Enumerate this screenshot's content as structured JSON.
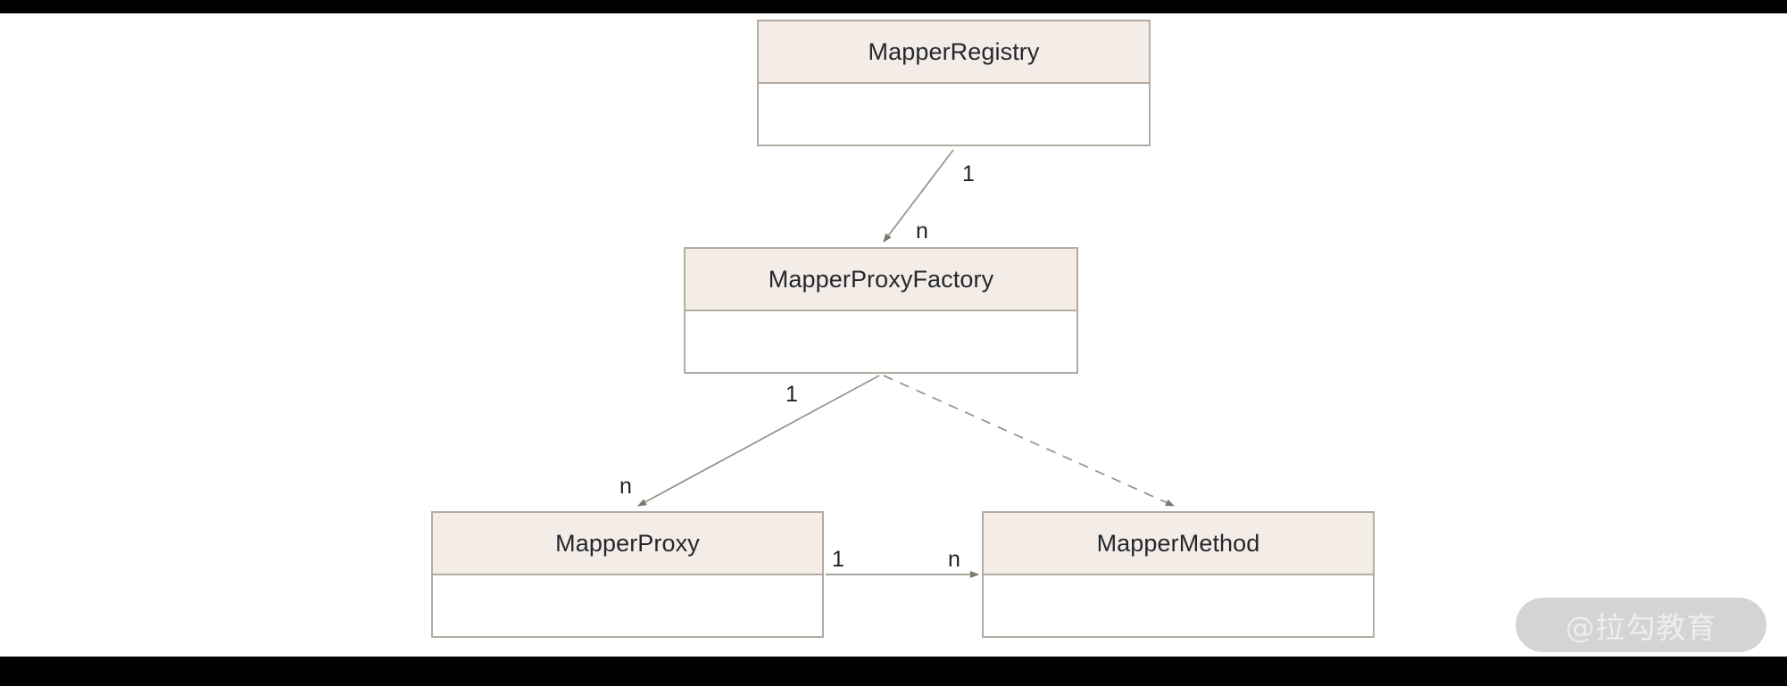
{
  "diagram": {
    "type": "uml-class-diagram",
    "canvas": {
      "background_color": "#ffffff",
      "letterbox_color": "#000000"
    },
    "style": {
      "class_header_fill": "#f4ece6",
      "class_body_fill": "#ffffff",
      "class_border_color": "#b3aca3",
      "connector_color": "#9c958c",
      "text_color": "#23272e"
    },
    "classes": [
      {
        "id": "mapper-registry",
        "name": "MapperRegistry",
        "attributes": [],
        "methods": []
      },
      {
        "id": "mapper-proxy-factory",
        "name": "MapperProxyFactory",
        "attributes": [],
        "methods": []
      },
      {
        "id": "mapper-proxy",
        "name": "MapperProxy",
        "attributes": [],
        "methods": []
      },
      {
        "id": "mapper-method",
        "name": "MapperMethod",
        "attributes": [],
        "methods": []
      }
    ],
    "relationships": [
      {
        "id": "registry-to-factory",
        "from": "MapperRegistry",
        "to": "MapperProxyFactory",
        "line_style": "solid",
        "arrow": "open",
        "source_multiplicity": "1",
        "target_multiplicity": "n"
      },
      {
        "id": "factory-to-proxy",
        "from": "MapperProxyFactory",
        "to": "MapperProxy",
        "line_style": "solid",
        "arrow": "open",
        "source_multiplicity": "1",
        "target_multiplicity": "n"
      },
      {
        "id": "factory-to-method",
        "from": "MapperProxyFactory",
        "to": "MapperMethod",
        "line_style": "dashed",
        "arrow": "open",
        "source_multiplicity": "",
        "target_multiplicity": ""
      },
      {
        "id": "proxy-to-method",
        "from": "MapperProxy",
        "to": "MapperMethod",
        "line_style": "solid",
        "arrow": "open",
        "source_multiplicity": "1",
        "target_multiplicity": "n"
      }
    ]
  },
  "watermark": {
    "text": "@拉勾教育"
  }
}
